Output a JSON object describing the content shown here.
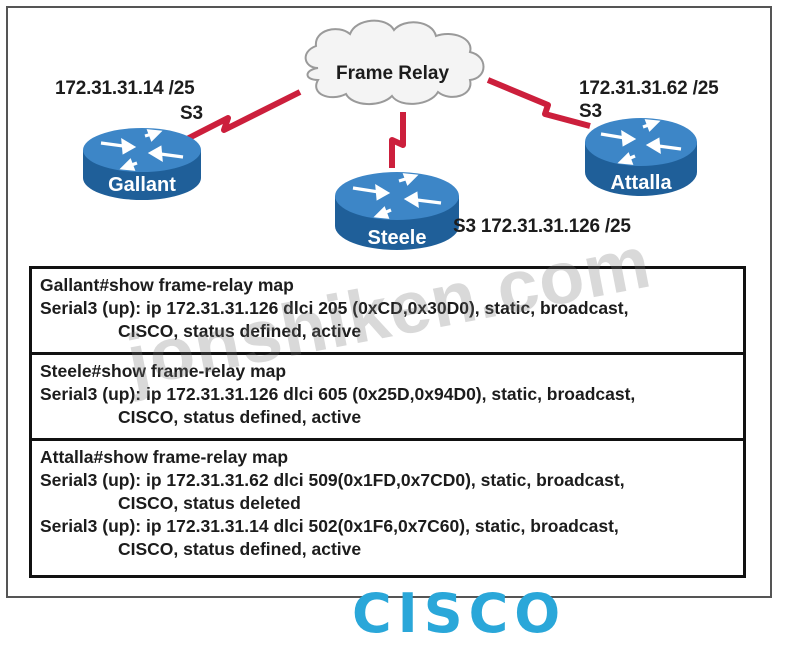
{
  "network": {
    "cloud_label": "Frame Relay",
    "gallant": {
      "name": "Gallant",
      "ip": "172.31.31.14 /25",
      "port": "S3"
    },
    "attalla": {
      "name": "Attalla",
      "ip": "172.31.31.62 /25",
      "port": "S3"
    },
    "steele": {
      "name": "Steele",
      "port_ip": "S3 172.31.31.126 /25"
    }
  },
  "outputs": [
    {
      "prompt": "Gallant#show frame-relay map",
      "lines": [
        "Serial3 (up): ip 172.31.31.126 dlci 205 (0xCD,0x30D0), static, broadcast,",
        "CISCO, status defined, active"
      ]
    },
    {
      "prompt": "Steele#show frame-relay map",
      "lines": [
        "Serial3 (up): ip 172.31.31.126 dlci 605 (0x25D,0x94D0), static, broadcast,",
        "CISCO, status defined, active"
      ]
    },
    {
      "prompt": "Attalla#show frame-relay map",
      "lines": [
        "Serial3 (up): ip 172.31.31.62 dlci 509(0x1FD,0x7CD0), static, broadcast,",
        "CISCO, status deleted",
        "Serial3 (up): ip 172.31.31.14 dlci 502(0x1F6,0x7C60), static, broadcast,",
        "CISCO, status defined, active"
      ]
    }
  ],
  "watermark": "jonshiken.com",
  "logo_text": "CISCO",
  "colors": {
    "link": "#cc1f3c",
    "router_top": "#3d86c7",
    "router_side": "#1f5f99",
    "cisco_blue": "#2aa7d9"
  },
  "icons": {
    "router": "router-icon",
    "cloud": "cloud-icon"
  }
}
